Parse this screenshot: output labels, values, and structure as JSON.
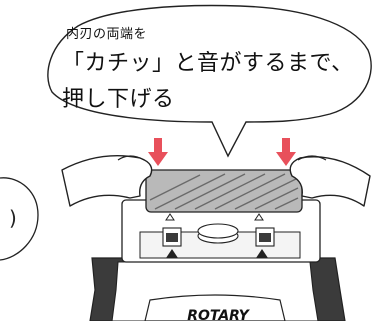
{
  "instruction": {
    "small_text": "内刃の両端を",
    "line1": "「カチッ」と音がするまで、",
    "line2": "押し下げる"
  },
  "left_bubble_text": ")",
  "device_brand": "ROTARY",
  "colors": {
    "arrow": "#e8505b",
    "outline": "#222222",
    "shaver_dark": "#3b3b3b",
    "background": "#ffffff"
  }
}
